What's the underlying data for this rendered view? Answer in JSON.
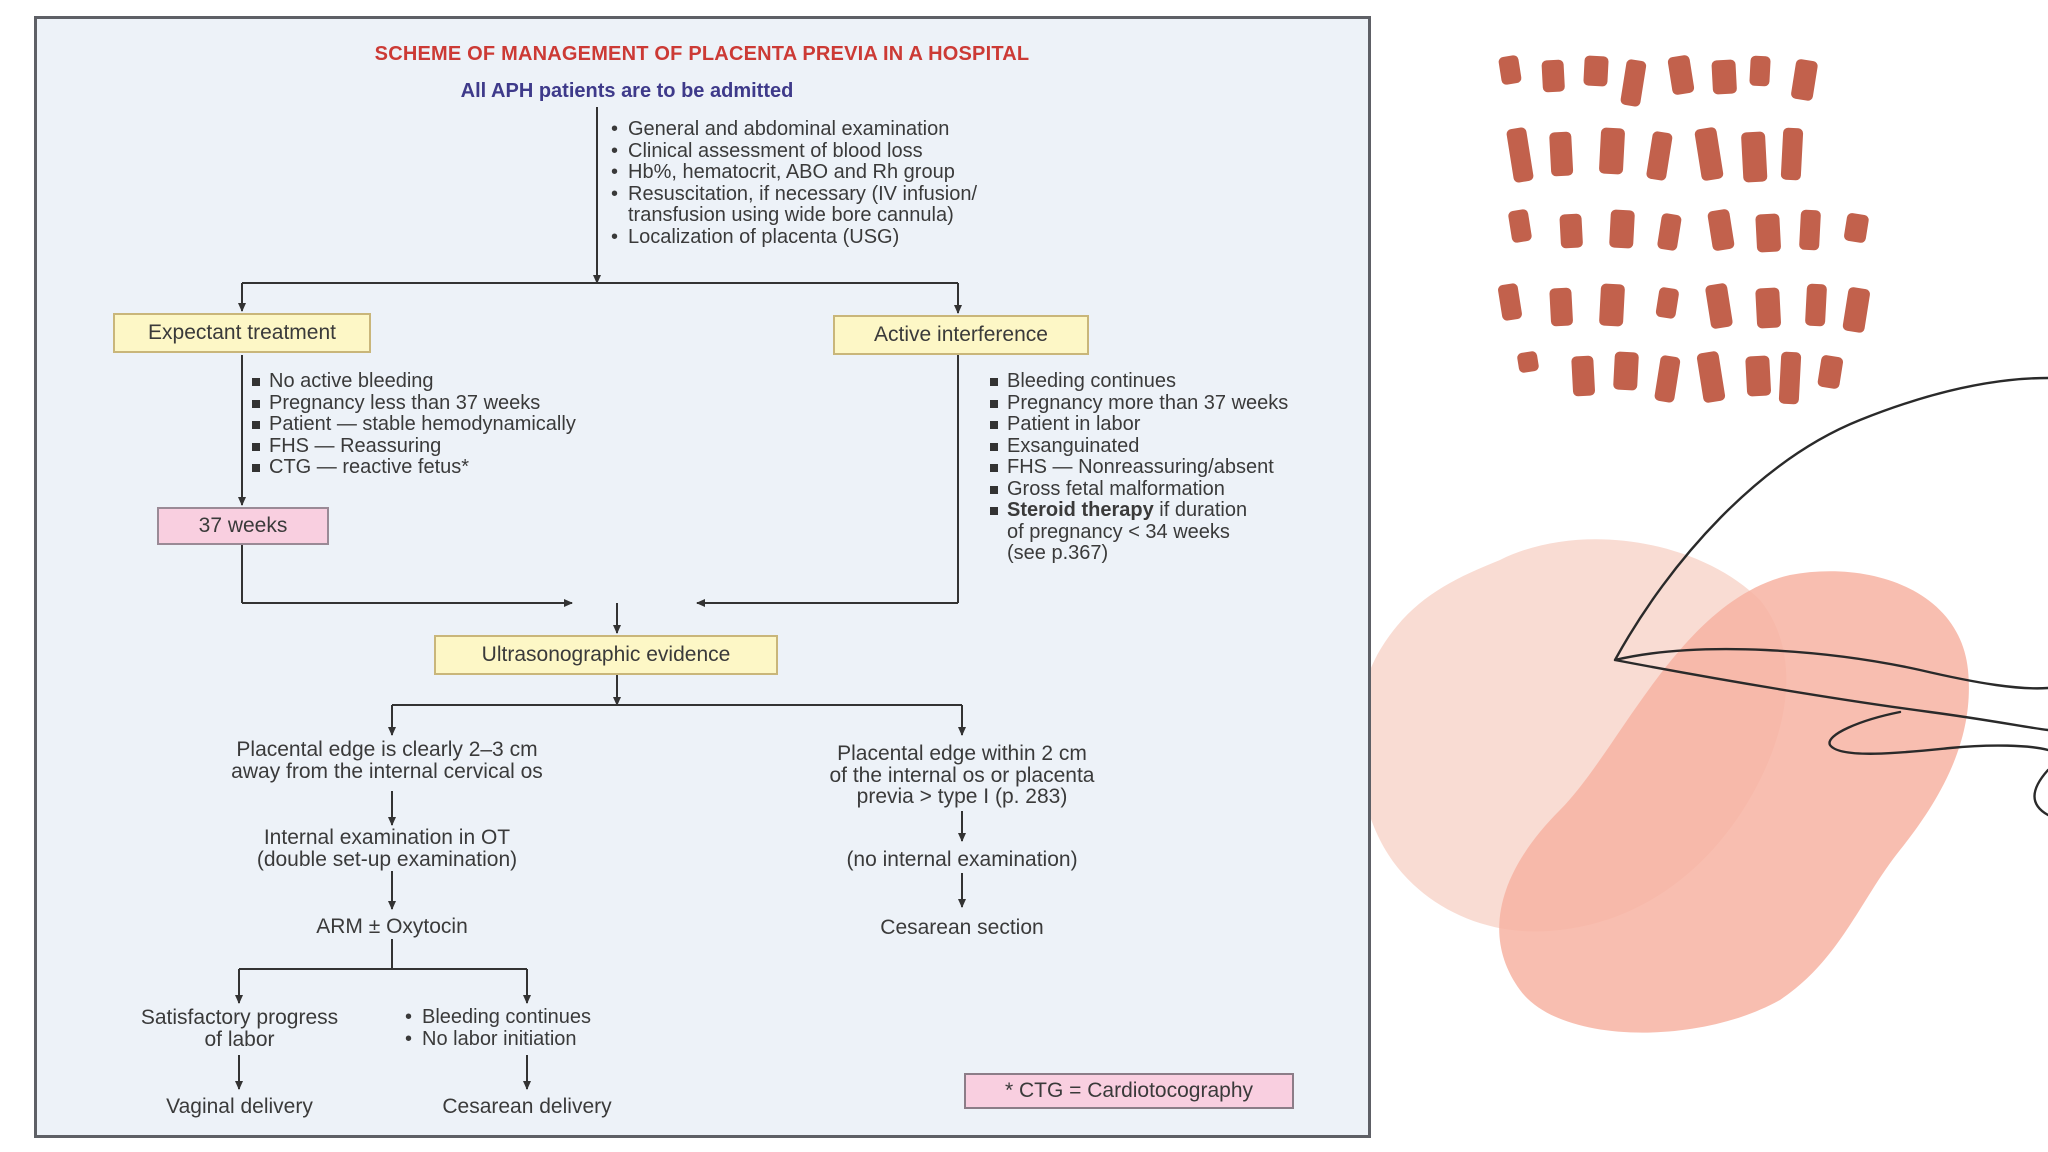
{
  "diagram": {
    "title": "SCHEME OF MANAGEMENT OF PLACENTA PREVIA IN A HOSPITAL",
    "subtitle": "All APH patients are to be admitted",
    "initial_steps": [
      "General and abdominal examination",
      "Clinical assessment of blood loss",
      "Hb%, hematocrit, ABO and Rh group",
      "Resuscitation, if necessary (IV infusion/",
      "transfusion using wide bore cannula)",
      "Localization of placenta (USG)"
    ],
    "expectant": {
      "label": "Expectant treatment",
      "criteria": [
        "No active bleeding",
        "Pregnancy less than 37 weeks",
        "Patient — stable hemodynamically",
        "FHS — Reassuring",
        "CTG — reactive fetus*"
      ],
      "milestone": "37 weeks"
    },
    "active": {
      "label": "Active interference",
      "criteria": [
        "Bleeding continues",
        "Pregnancy more than 37 weeks",
        "Patient in labor",
        "Exsanguinated",
        "FHS — Nonreassuring/absent",
        "Gross fetal malformation"
      ],
      "steroid_bold": "Steroid therapy",
      "steroid_rest": " if duration",
      "steroid_line2": "of pregnancy < 34 weeks",
      "steroid_line3": "(see p.367)"
    },
    "usg": {
      "label": "Ultrasonographic evidence"
    },
    "left_branch": {
      "condition_line1": "Placental edge is clearly 2–3 cm",
      "condition_line2": "away from the internal cervical os",
      "exam_line1": "Internal examination in OT",
      "exam_line2": "(double set-up examination)",
      "arm": "ARM ± Oxytocin",
      "satisfactory_line1": "Satisfactory progress",
      "satisfactory_line2": "of labor",
      "failure_items": [
        "Bleeding continues",
        "No labor initiation"
      ],
      "vaginal": "Vaginal delivery",
      "cesarean": "Cesarean delivery"
    },
    "right_branch": {
      "condition_line1": "Placental edge within 2 cm",
      "condition_line2": "of the internal os or placenta",
      "condition_line3": "previa > type I (p. 283)",
      "no_exam": "(no internal examination)",
      "cesarean": "Cesarean section"
    },
    "footnote": "* CTG = Cardiotocography"
  },
  "colors": {
    "panel_background": "#edf2f8",
    "title_red": "#cc3a35",
    "subtitle_indigo": "#3e3a8a",
    "yellow_box": "#fdf7c6",
    "pink_box": "#f9cfe0",
    "decor_terracotta": "#c2614c",
    "decor_peach_light": "#f9dcd3",
    "decor_peach": "#f7b3a2"
  }
}
